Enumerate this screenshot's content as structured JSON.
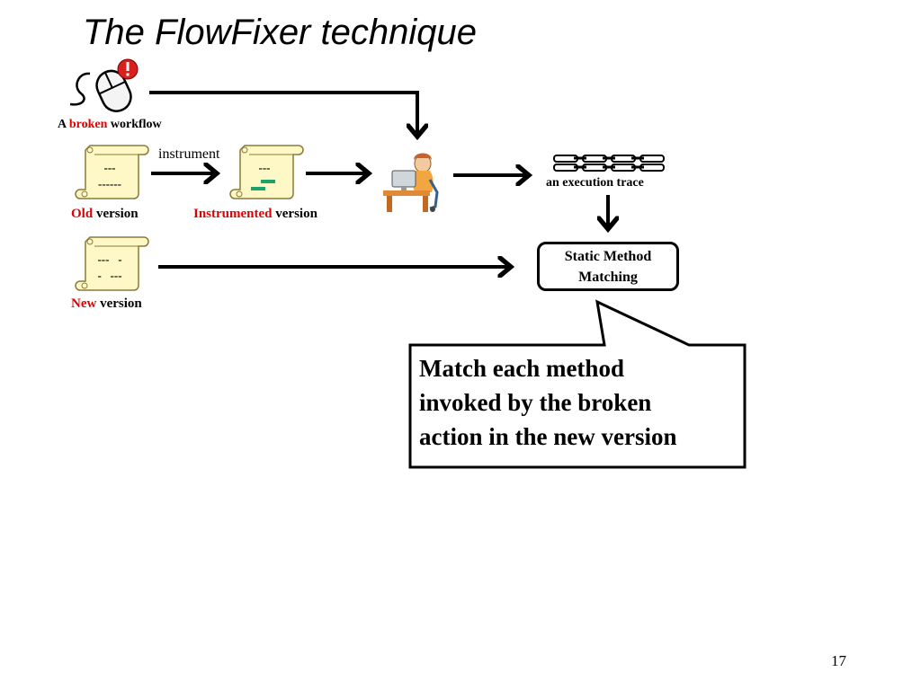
{
  "slide": {
    "title": "The FlowFixer technique",
    "page_number": "17"
  },
  "workflow": {
    "caption_prefix": "A ",
    "caption_emph": "broken",
    "caption_suffix": " workflow"
  },
  "old_version": {
    "line1": "---",
    "line2": "------",
    "caption_emph": "Old",
    "caption_suffix": " version"
  },
  "instrumented_version": {
    "line1": "---",
    "caption_emph": "Instrumented",
    "caption_suffix": " version"
  },
  "new_version": {
    "line1": "---   -",
    "line2": "-   ---",
    "caption_emph": "New",
    "caption_suffix": " version"
  },
  "instrument_label": "instrument",
  "trace_caption": "an execution trace",
  "matching_box": {
    "line1": "Static Method",
    "line2": "Matching"
  },
  "callout": {
    "line1": "Match each  method",
    "line2": "invoked by the broken",
    "line3": "action in the new version"
  },
  "icons": [
    "broken-mouse-icon",
    "error-badge-icon",
    "scroll-document-icon",
    "user-at-computer-icon",
    "execution-trace-chain-icon"
  ],
  "colors": {
    "emphasis": "#e00000",
    "scroll_fill": "#fdf8c6",
    "highlight_green": "#1aa36a"
  }
}
